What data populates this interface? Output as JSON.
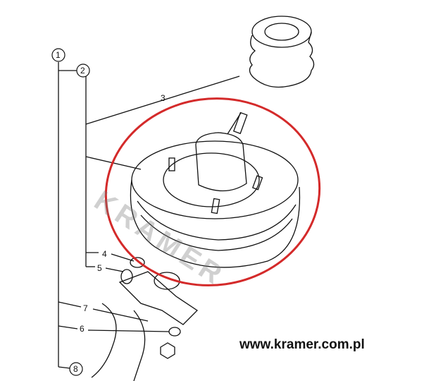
{
  "diagram": {
    "callouts": [
      "1",
      "2",
      "3",
      "4",
      "5",
      "6",
      "7",
      "8"
    ],
    "watermark": "KRAMER",
    "website": "www.kramer.com.pl",
    "colors": {
      "highlight_circle": "#d42a2a",
      "line": "#111111"
    }
  }
}
